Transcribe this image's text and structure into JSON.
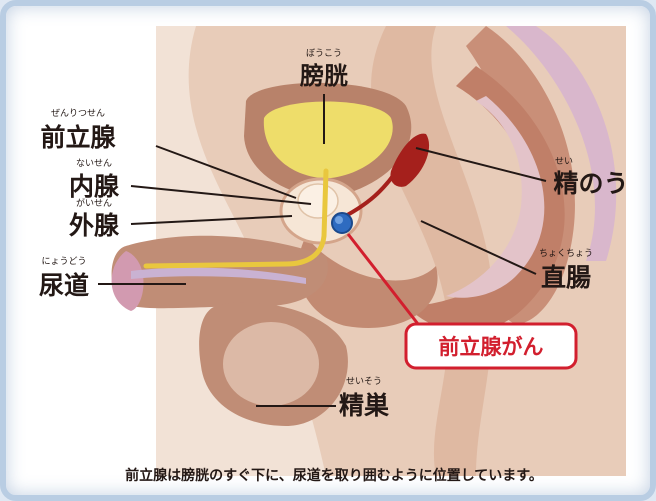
{
  "labels": {
    "bladder": {
      "text": "膀胱",
      "ruby": "ぼうこう"
    },
    "prostate": {
      "text": "前立腺",
      "ruby": "ぜんりつせん"
    },
    "inner_gland": {
      "text": "内腺",
      "ruby": "ないせん"
    },
    "outer_gland": {
      "text": "外腺",
      "ruby": "がいせん"
    },
    "urethra": {
      "text": "尿道",
      "ruby": "にょうどう"
    },
    "seminal_vesicle": {
      "text": "精のう",
      "ruby": "せい"
    },
    "rectum": {
      "text": "直腸",
      "ruby": "ちょくちょう"
    },
    "prostate_cancer": {
      "text": "前立腺がん"
    },
    "testis": {
      "text": "精巣",
      "ruby": "せいそう"
    }
  },
  "caption": "前立腺は膀胱のすぐ下に、尿道を取り囲むように位置しています。",
  "colors": {
    "frame": "#b9cde3",
    "body_tan": "#e6c8b6",
    "body_dark": "#c9957c",
    "organ_muscle": "#b8826a",
    "bladder_fill": "#eedd6a",
    "prostate_fill": "#f6e6d6",
    "urethra": "#e9c73e",
    "seminal_vesicle": "#a5201c",
    "tumor": "#2e6bc0",
    "cancer_accent": "#d21f2e",
    "lumen": "#c9b2d2",
    "leader": "#231815"
  }
}
